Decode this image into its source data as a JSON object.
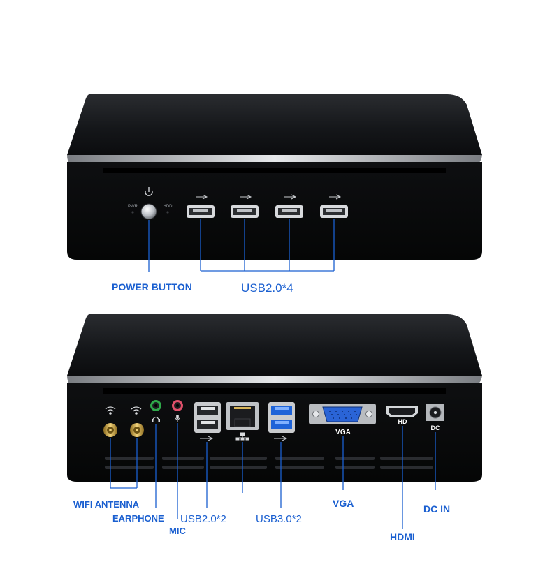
{
  "front": {
    "indicator_pwr": "PWR",
    "indicator_hdd": "HDD",
    "power_label": "POWER BUTTON",
    "usb_label": "USB2.0*4"
  },
  "rear": {
    "port_hd": "HD",
    "port_dc": "DC",
    "port_vga": "VGA",
    "labels": {
      "wifi": "WIFI ANTENNA",
      "earphone": "EARPHONE",
      "mic": "MIC",
      "usb2": "USB2.0*2",
      "usb3": "USB3.0*2",
      "vga": "VGA",
      "hdmi": "HDMI",
      "dcin": "DC IN"
    }
  },
  "colors": {
    "callout": "#1a5fd0",
    "case": "#0d0e10",
    "usb3_port": "#1e63d8",
    "vga_port": "#2a64d6",
    "earphone_jack": "#2fa84a",
    "mic_jack": "#e0506a"
  }
}
